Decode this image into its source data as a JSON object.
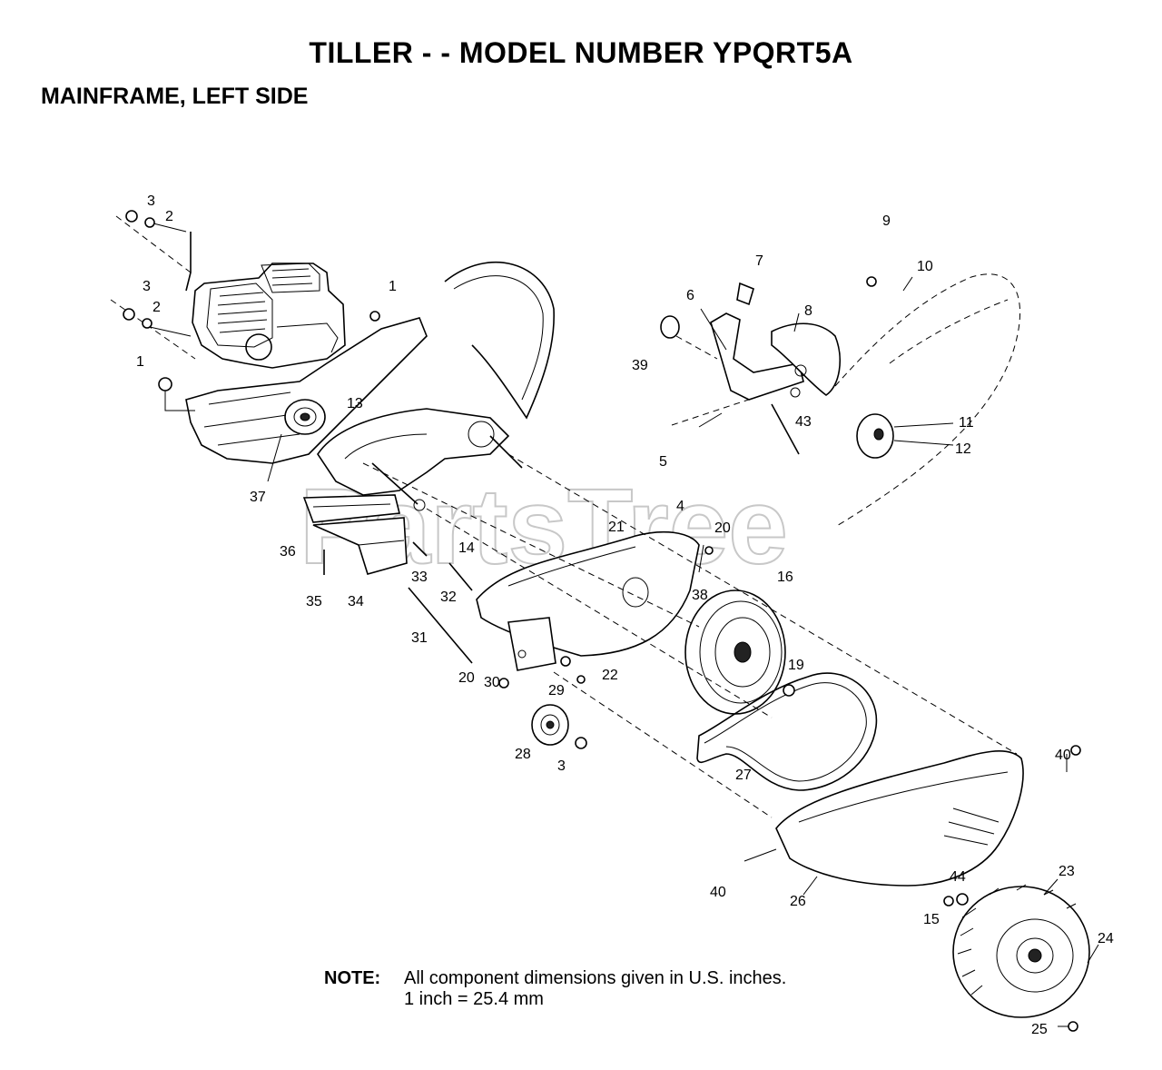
{
  "header": {
    "title": "TILLER - - MODEL NUMBER YPQRT5A",
    "subtitle": "MAINFRAME, LEFT SIDE"
  },
  "watermark": {
    "text": "PartsTree"
  },
  "note": {
    "label": "NOTE:",
    "line1": "All component dimensions given in U.S. inches.",
    "line2": "1 inch = 25.4 mm"
  },
  "callouts": {
    "c3a": "3",
    "c2a": "2",
    "c3b": "3",
    "c2b": "2",
    "c1a": "1",
    "c1b": "1",
    "c13": "13",
    "c37": "37",
    "c36": "36",
    "c14": "14",
    "c33": "33",
    "c35": "35",
    "c34": "34",
    "c32": "32",
    "c31": "31",
    "c21": "21",
    "c4": "4",
    "c20a": "20",
    "c38": "38",
    "c16": "16",
    "c19": "19",
    "c20b": "20",
    "c29": "29",
    "c22": "22",
    "c30": "30",
    "c28": "28",
    "c3c": "3",
    "c27": "27",
    "c7": "7",
    "c6": "6",
    "c8": "8",
    "c39": "39",
    "c9": "9",
    "c10": "10",
    "c43": "43",
    "c5": "5",
    "c11": "11",
    "c12": "12",
    "c40a": "40",
    "c40b": "40",
    "c26": "26",
    "c15": "15",
    "c44": "44",
    "c23": "23",
    "c24": "24",
    "c25": "25"
  }
}
